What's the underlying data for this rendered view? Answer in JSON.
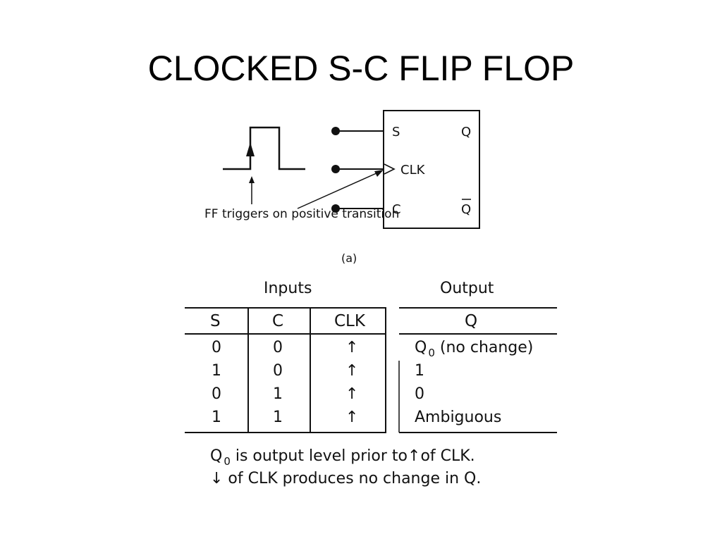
{
  "title": "CLOCKED S-C FLIP FLOP",
  "figure": {
    "pins": {
      "s": "S",
      "clk": "CLK",
      "c": "C",
      "q": "Q",
      "q_bar": "Q"
    },
    "trigger_note": "FF triggers on positive transition",
    "label": "(a)"
  },
  "truth_table": {
    "group_inputs": "Inputs",
    "group_output": "Output",
    "headers": {
      "s": "S",
      "c": "C",
      "clk": "CLK",
      "q": "Q"
    },
    "rows": [
      {
        "s": "0",
        "c": "0",
        "clk": "↑",
        "q": "Q",
        "q_sub": "0",
        "q_suffix": " (no change)"
      },
      {
        "s": "1",
        "c": "0",
        "clk": "↑",
        "q": "1"
      },
      {
        "s": "0",
        "c": "1",
        "clk": "↑",
        "q": "0"
      },
      {
        "s": "1",
        "c": "1",
        "clk": "↑",
        "q": "Ambiguous"
      }
    ]
  },
  "notes": {
    "line1_prefix": "Q",
    "line1_sub": "0",
    "line1_suffix": " is output level prior to↑of CLK.",
    "line2": "↓ of CLK produces no change in Q."
  }
}
